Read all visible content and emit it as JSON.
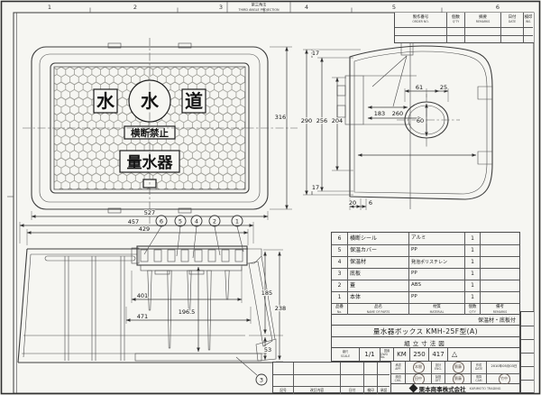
{
  "sheet": {
    "zones": [
      "1",
      "2",
      "3",
      "4",
      "5",
      "6"
    ],
    "projection": {
      "jp": "第三角法",
      "en": "THIRD ANGLE PROJECTION"
    }
  },
  "order_table": {
    "cols": [
      {
        "jp": "製作番号",
        "en": "ORDER NO."
      },
      {
        "jp": "個数",
        "en": "Q'TY"
      },
      {
        "jp": "摘要",
        "en": "REMARKS"
      },
      {
        "jp": "日付",
        "en": "DATE"
      },
      {
        "jp": "検印",
        "en": "INS."
      }
    ]
  },
  "plan": {
    "lid_left": "水",
    "lid_center": "水",
    "lid_right": "道",
    "no_cross": "横断禁止",
    "meter": "量水器",
    "dim_w": "527",
    "dim_h": "316"
  },
  "side": {
    "dim_top": "17",
    "dim_h1": "290",
    "dim_h2": "256",
    "dim_h3": "204",
    "dim_d1": "183",
    "dim_d2": "260",
    "dim_w1": "61",
    "dim_w2": "25",
    "dim_hole": "60",
    "dim_bot": "17",
    "dim_b1": "20",
    "dim_b2": "6"
  },
  "section": {
    "dim_w1": "457",
    "dim_w2": "429",
    "dim_i1": "401",
    "dim_i2": "196.5",
    "dim_i3": "471",
    "dim_r1": "185",
    "dim_r2": "238",
    "dim_r3": "53",
    "balloons": [
      "6",
      "5",
      "4",
      "2",
      "1"
    ],
    "balloon3": "3"
  },
  "parts": {
    "header": {
      "no_jp": "品番",
      "no_en": "No.",
      "name_jp": "品名",
      "name_en": "NAME OF PARTS",
      "mat_jp": "材質",
      "mat_en": "MATERIAL",
      "qty_jp": "個数",
      "qty_en": "Q'TY",
      "rem_jp": "備考",
      "rem_en": "REMARKS"
    },
    "rows": [
      {
        "no": "6",
        "name": "横断シール",
        "mat": "アルミ",
        "qty": "1",
        "rem": ""
      },
      {
        "no": "5",
        "name": "保温カバー",
        "mat": "PP",
        "qty": "1",
        "rem": ""
      },
      {
        "no": "4",
        "name": "保温材",
        "mat": "発泡ポリスチレン",
        "qty": "1",
        "rem": ""
      },
      {
        "no": "3",
        "name": "底板",
        "mat": "PP",
        "qty": "1",
        "rem": ""
      },
      {
        "no": "2",
        "name": "蓋",
        "mat": "ABS",
        "qty": "1",
        "rem": ""
      },
      {
        "no": "1",
        "name": "本体",
        "mat": "PP",
        "qty": "1",
        "rem": ""
      }
    ]
  },
  "title": {
    "note": "保温材・底板付",
    "name": "量水器ボックス KMH-25F型(A)",
    "type": "組立寸法図",
    "scale_jp": "縮尺",
    "scale_en": "SCALE",
    "scale": "1/1",
    "dwg_jp": "図番",
    "dwg_en": "DWG No.",
    "code1": "KM",
    "code2": "250",
    "code3": "417",
    "rev": "△",
    "appr": [
      {
        "jp": "承認",
        "en": "APP.",
        "stamp": "本間"
      },
      {
        "jp": "検図",
        "en": "CHK.",
        "stamp": "田中"
      },
      {
        "jp": "設計",
        "en": "ENG.",
        "stamp": "齋藤"
      },
      {
        "jp": "製図",
        "en": "DFT.",
        "stamp": "齋藤"
      },
      {
        "jp": "作成",
        "en": "DATE",
        "value": "2010年05月03日"
      },
      {
        "jp": "電算",
        "en": "CAM",
        "stamp": "竹中"
      }
    ],
    "company_jp": "栗本商事株式会社",
    "company_en": "KURIMOTO TRADING"
  },
  "rev_strip": {
    "headers": [
      "記号",
      "改訂内容",
      "日付",
      "検印",
      "承認"
    ]
  }
}
